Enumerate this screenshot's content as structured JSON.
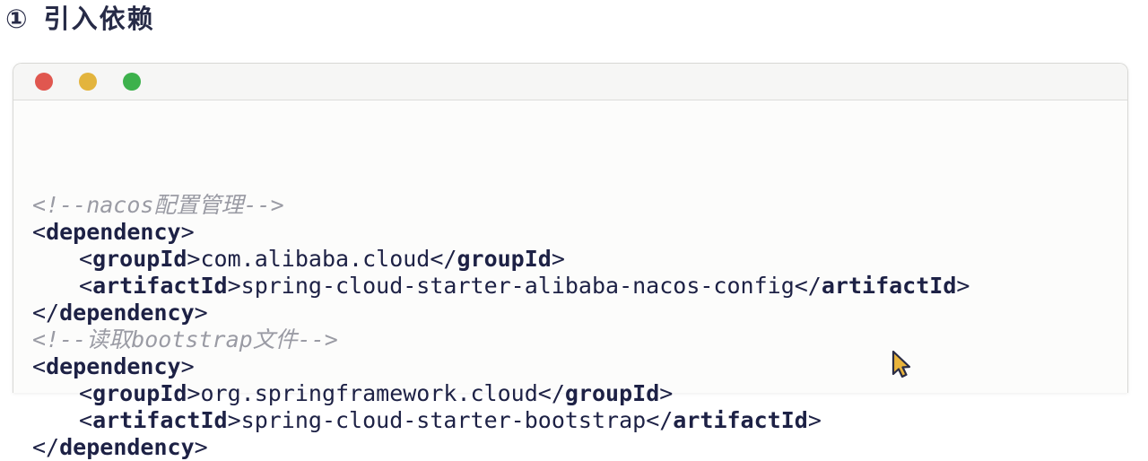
{
  "heading": {
    "number": "①",
    "text": "引入依赖"
  },
  "window": {
    "traffic_lights": [
      {
        "name": "close-button",
        "color": "#e0574f"
      },
      {
        "name": "minimize-button",
        "color": "#e3b43d"
      },
      {
        "name": "zoom-button",
        "color": "#3db14c"
      }
    ]
  },
  "colors": {
    "page_bg": "#ffffff",
    "window_bg": "#fcfcfb",
    "titlebar_bg": "#f6f6f5",
    "code_text": "#1d2145",
    "comment_text": "#9a9ba4",
    "cursor_fill": "#e9b43c"
  },
  "code": {
    "language": "xml",
    "lines": [
      {
        "indent": 0,
        "segments": [
          {
            "type": "comment",
            "text": "<!--nacos配置管理-->"
          }
        ]
      },
      {
        "indent": 0,
        "segments": [
          {
            "type": "punct",
            "text": "<"
          },
          {
            "type": "tag",
            "text": "dependency"
          },
          {
            "type": "punct",
            "text": ">"
          }
        ]
      },
      {
        "indent": 1,
        "segments": [
          {
            "type": "punct",
            "text": "<"
          },
          {
            "type": "tag",
            "text": "groupId"
          },
          {
            "type": "punct",
            "text": ">"
          },
          {
            "type": "text",
            "text": "com.alibaba.cloud"
          },
          {
            "type": "punct",
            "text": "</"
          },
          {
            "type": "tag",
            "text": "groupId"
          },
          {
            "type": "punct",
            "text": ">"
          }
        ]
      },
      {
        "indent": 1,
        "segments": [
          {
            "type": "punct",
            "text": "<"
          },
          {
            "type": "tag",
            "text": "artifactId"
          },
          {
            "type": "punct",
            "text": ">"
          },
          {
            "type": "text",
            "text": "spring-cloud-starter-alibaba-nacos-config"
          },
          {
            "type": "punct",
            "text": "</"
          },
          {
            "type": "tag",
            "text": "artifactId"
          },
          {
            "type": "punct",
            "text": ">"
          }
        ]
      },
      {
        "indent": 0,
        "segments": [
          {
            "type": "punct",
            "text": "</"
          },
          {
            "type": "tag",
            "text": "dependency"
          },
          {
            "type": "punct",
            "text": ">"
          }
        ]
      },
      {
        "indent": 0,
        "segments": [
          {
            "type": "comment",
            "text": "<!--读取bootstrap文件-->"
          }
        ]
      },
      {
        "indent": 0,
        "segments": [
          {
            "type": "punct",
            "text": "<"
          },
          {
            "type": "tag",
            "text": "dependency"
          },
          {
            "type": "punct",
            "text": ">"
          }
        ]
      },
      {
        "indent": 1,
        "segments": [
          {
            "type": "punct",
            "text": "<"
          },
          {
            "type": "tag",
            "text": "groupId"
          },
          {
            "type": "punct",
            "text": ">"
          },
          {
            "type": "text",
            "text": "org.springframework.cloud"
          },
          {
            "type": "punct",
            "text": "</"
          },
          {
            "type": "tag",
            "text": "groupId"
          },
          {
            "type": "punct",
            "text": ">"
          }
        ]
      },
      {
        "indent": 1,
        "segments": [
          {
            "type": "punct",
            "text": "<"
          },
          {
            "type": "tag",
            "text": "artifactId"
          },
          {
            "type": "punct",
            "text": ">"
          },
          {
            "type": "text",
            "text": "spring-cloud-starter-bootstrap"
          },
          {
            "type": "punct",
            "text": "</"
          },
          {
            "type": "tag",
            "text": "artifactId"
          },
          {
            "type": "punct",
            "text": ">"
          }
        ]
      },
      {
        "indent": 0,
        "segments": [
          {
            "type": "punct",
            "text": "</"
          },
          {
            "type": "tag",
            "text": "dependency"
          },
          {
            "type": "punct",
            "text": ">"
          }
        ]
      }
    ]
  },
  "cursor": {
    "name": "mouse-pointer"
  }
}
